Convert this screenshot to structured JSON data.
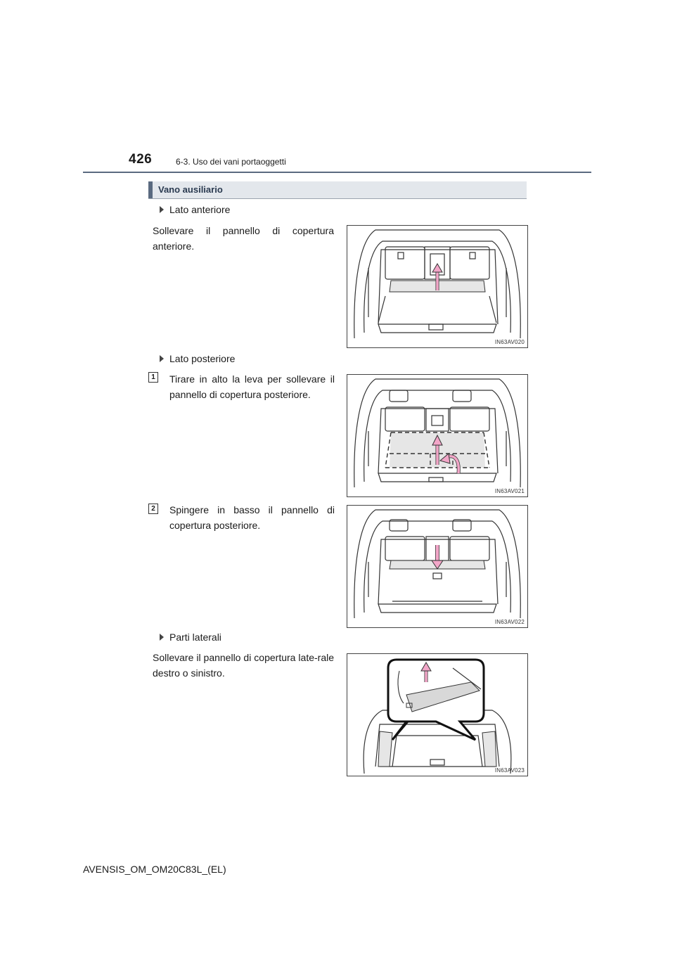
{
  "header": {
    "page_number": "426",
    "section": "6-3. Uso dei vani portaoggetti"
  },
  "section_title": "Vano ausiliario",
  "blocks": [
    {
      "bullet": "Lato anteriore",
      "text": "Sollevare il pannello di copertura anteriore.",
      "figure_code": "IN63AV020"
    },
    {
      "bullet": "Lato posteriore",
      "steps": [
        {
          "num": "1",
          "text": "Tirare in alto la leva per sollevare il pannello di copertura posteriore.",
          "figure_code": "IN63AV021"
        },
        {
          "num": "2",
          "text": "Spingere in basso il pannello di copertura posteriore.",
          "figure_code": "IN63AV022"
        }
      ]
    },
    {
      "bullet": "Parti laterali",
      "text": "Sollevare il pannello di copertura late-rale destro o sinistro.",
      "figure_code": "IN63AV023"
    }
  ],
  "footer": "AVENSIS_OM_OM20C83L_(EL)",
  "colors": {
    "accent": "#5a6a80",
    "arrow": "#f2a6c8",
    "panel": "#e6e6e6"
  }
}
